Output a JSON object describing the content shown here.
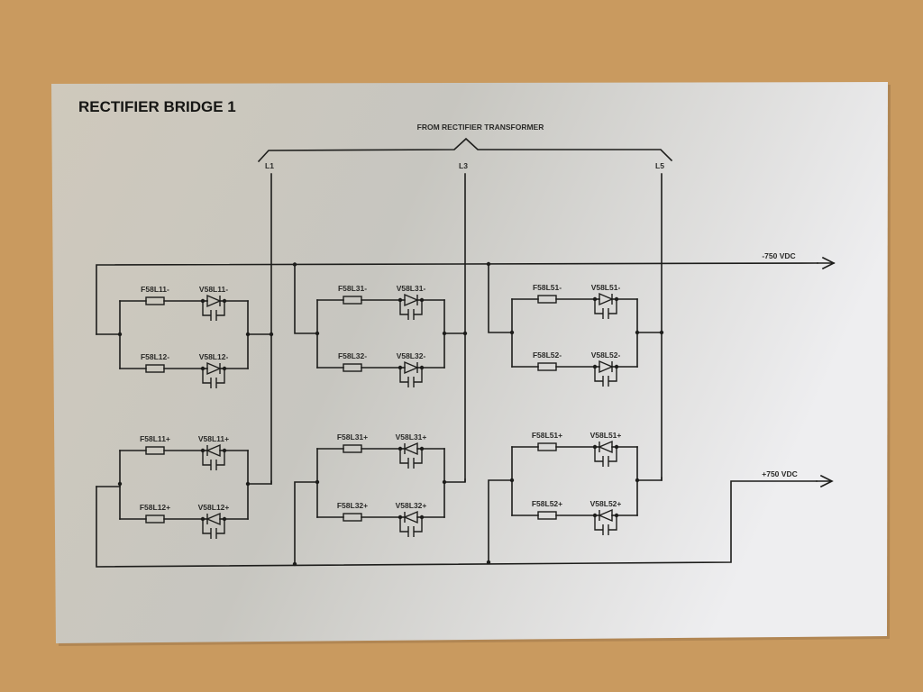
{
  "title": "RECTIFIER BRIDGE 1",
  "source": {
    "label": "FROM RECTIFIER TRANSFORMER",
    "phases": [
      "L1",
      "L3",
      "L5"
    ]
  },
  "outputs": {
    "negative": {
      "label": "-750 VDC"
    },
    "positive": {
      "label": "+750 VDC"
    }
  },
  "groups": [
    {
      "phase": "L1",
      "negative_pair": [
        {
          "fuse": "F58L11-",
          "diode": "V58L11-"
        },
        {
          "fuse": "F58L12-",
          "diode": "V58L12-"
        }
      ],
      "positive_pair": [
        {
          "fuse": "F58L11+",
          "diode": "V58L11+"
        },
        {
          "fuse": "F58L12+",
          "diode": "V58L12+"
        }
      ]
    },
    {
      "phase": "L3",
      "negative_pair": [
        {
          "fuse": "F58L31-",
          "diode": "V58L31-"
        },
        {
          "fuse": "F58L32-",
          "diode": "V58L32-"
        }
      ],
      "positive_pair": [
        {
          "fuse": "F58L31+",
          "diode": "V58L31+"
        },
        {
          "fuse": "F58L32+",
          "diode": "V58L32+"
        }
      ]
    },
    {
      "phase": "L5",
      "negative_pair": [
        {
          "fuse": "F58L51-",
          "diode": "V58L51-"
        },
        {
          "fuse": "F58L52-",
          "diode": "V58L52-"
        }
      ],
      "positive_pair": [
        {
          "fuse": "F58L51+",
          "diode": "V58L51+"
        },
        {
          "fuse": "F58L52+",
          "diode": "V58L52+"
        }
      ]
    }
  ],
  "colors": {
    "background": "#c99a5f",
    "panel": "#d6d4cc",
    "ink": "#1d1d1b"
  }
}
